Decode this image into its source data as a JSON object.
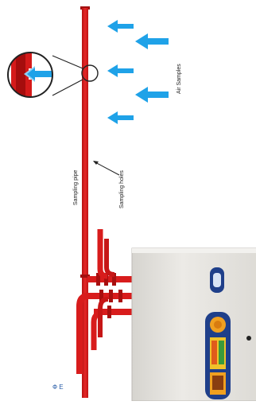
{
  "labels": {
    "air_samples": "Air Samples",
    "sampling_pipe": "Sampling pipe",
    "sampling_holes": "Sampling holes",
    "corner_mark": "Ф Е"
  },
  "colors": {
    "pipe": "#e01e1e",
    "pipe_dark": "#b01010",
    "arrow": "#1fa2e8",
    "detector_body": "#e8e6e2",
    "panel_blue": "#1f3f8a",
    "panel_orange": "#f0a020"
  },
  "icons": {
    "air_arrow": "arrow-left-icon",
    "magnifier": "magnifier-circle-icon"
  }
}
